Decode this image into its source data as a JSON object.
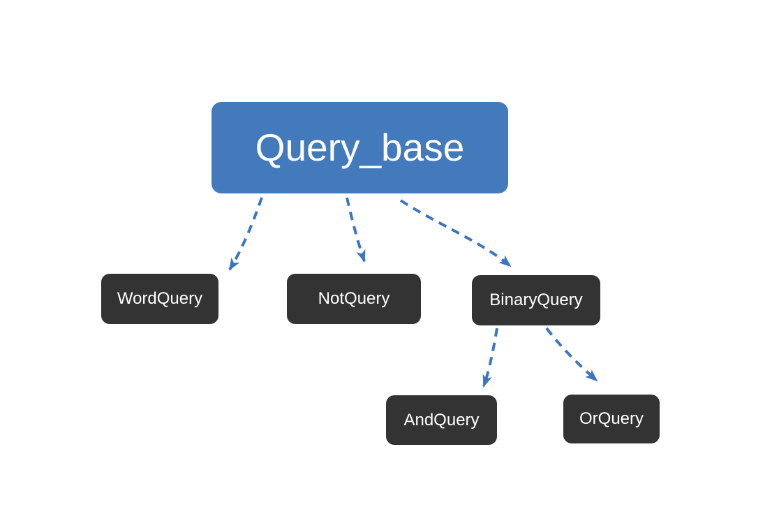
{
  "diagram": {
    "type": "class-hierarchy",
    "colors": {
      "page_background": "#FFFFFF",
      "root_fill": "#427ABB",
      "root_text": "#FFFFFF",
      "child_fill": "#333333",
      "child_text": "#FFFFFF",
      "edge_stroke": "#3B76C0"
    },
    "nodes": {
      "query_base": {
        "label": "Query_base",
        "role": "root"
      },
      "word_query": {
        "label": "WordQuery",
        "role": "child"
      },
      "not_query": {
        "label": "NotQuery",
        "role": "child"
      },
      "binary_query": {
        "label": "BinaryQuery",
        "role": "child"
      },
      "and_query": {
        "label": "AndQuery",
        "role": "child"
      },
      "or_query": {
        "label": "OrQuery",
        "role": "child"
      }
    },
    "edges": [
      {
        "from": "Query_base",
        "to": "WordQuery",
        "line": "dashed",
        "arrowhead": "filled-triangle"
      },
      {
        "from": "Query_base",
        "to": "NotQuery",
        "line": "dashed",
        "arrowhead": "filled-triangle"
      },
      {
        "from": "Query_base",
        "to": "BinaryQuery",
        "line": "dashed",
        "arrowhead": "filled-triangle"
      },
      {
        "from": "BinaryQuery",
        "to": "AndQuery",
        "line": "dashed",
        "arrowhead": "filled-triangle"
      },
      {
        "from": "BinaryQuery",
        "to": "OrQuery",
        "line": "dashed",
        "arrowhead": "filled-triangle"
      }
    ]
  }
}
